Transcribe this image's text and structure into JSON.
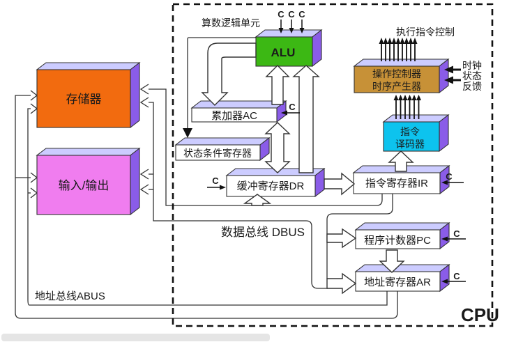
{
  "labels": {
    "alu_unit_label": "算数逻辑单元",
    "exec_control_label": "执行指令控制",
    "clock": "时钟",
    "state": "状态",
    "feedback": "反馈",
    "dbus_label": "数据总线 DBUS",
    "abus_label": "地址总线ABUS",
    "cpu_label": "CPU",
    "c": "C"
  },
  "boxes": {
    "memory": {
      "label": "存储器",
      "color": "#F26B0F"
    },
    "io": {
      "label": "输入/输出",
      "color": "#F07DEF"
    },
    "alu": {
      "label": "ALU",
      "color": "#3CB814",
      "text_color": "#223377"
    },
    "ac": {
      "label": "累加器AC",
      "color": "#FFFFFF"
    },
    "status": {
      "label": "状态条件寄存器",
      "color": "#FFFFFF"
    },
    "dr": {
      "label": "缓冲寄存器DR",
      "color": "#FFFFFF"
    },
    "ir": {
      "label": "指令寄存器IR",
      "color": "#FFFFFF"
    },
    "controller": {
      "label_line1": "操作控制器",
      "label_line2": "时序产生器",
      "color": "#C79137"
    },
    "decoder": {
      "label_line1": "指令",
      "label_line2": "译码器",
      "color": "#0DC3EE"
    },
    "pc": {
      "label": "程序计数器PC",
      "color": "#FFFFFF"
    },
    "ar": {
      "label": "地址寄存器AR",
      "color": "#FFFFFF"
    }
  },
  "colors": {
    "top_face": "#CCCCFF",
    "side_face": "#8A5CE8",
    "border": "#111111"
  }
}
